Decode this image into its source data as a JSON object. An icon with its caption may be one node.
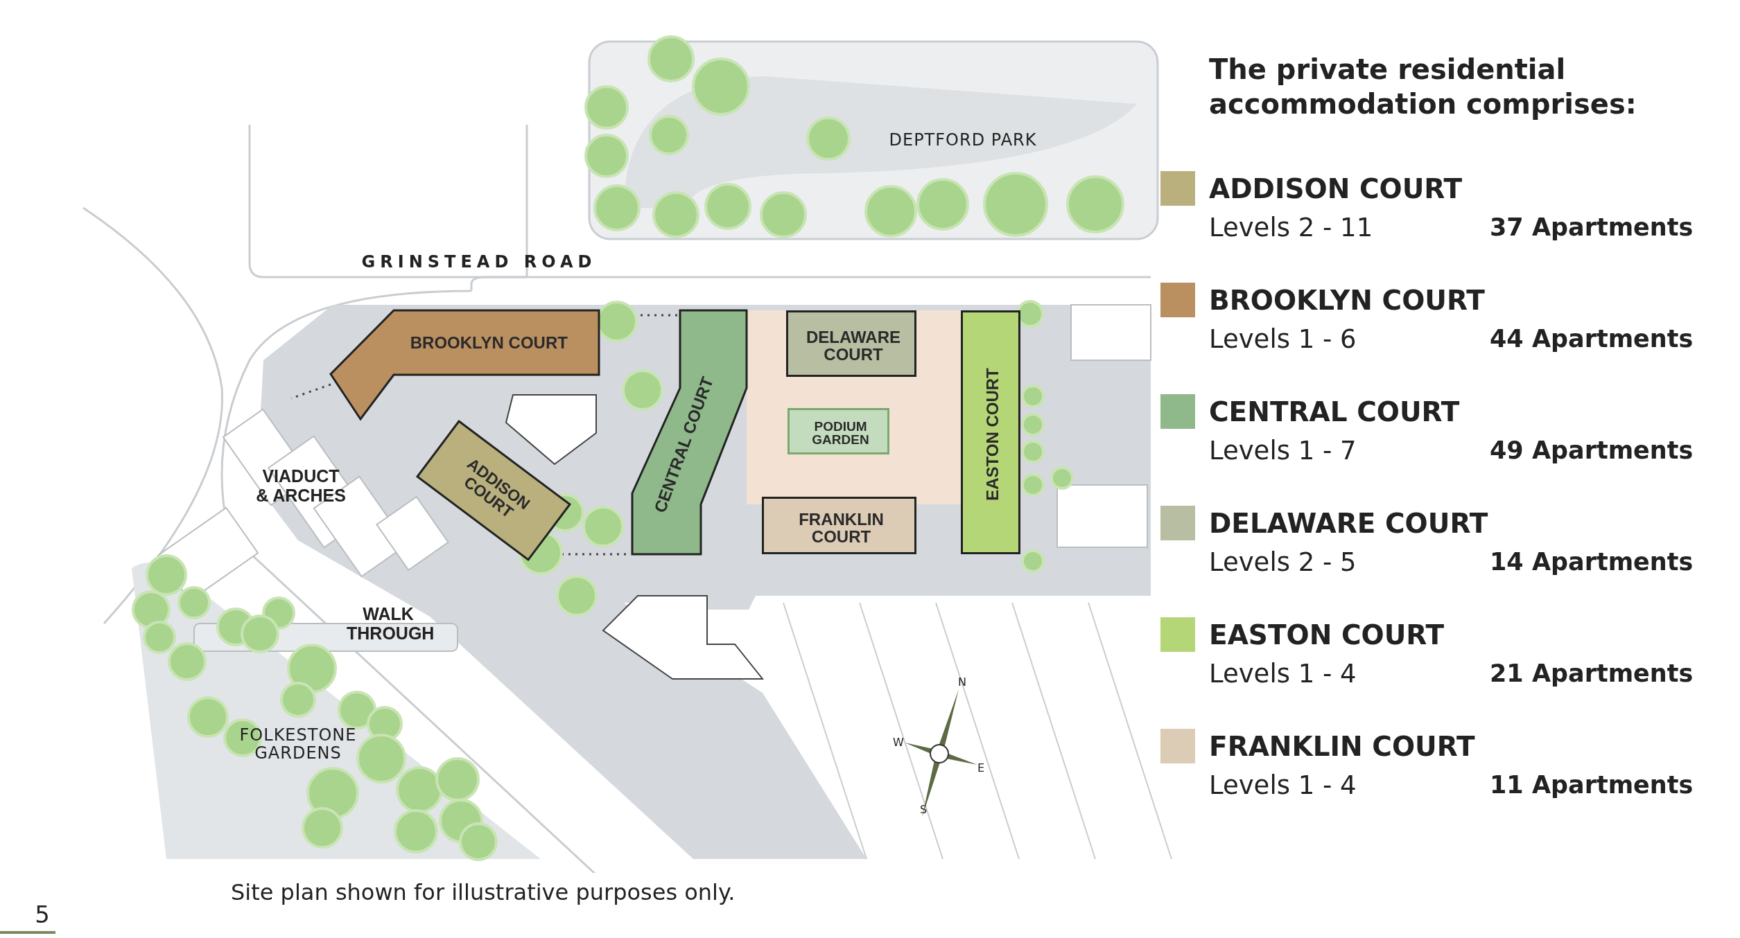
{
  "diagram": {
    "title": "The private residential accommodation comprises:",
    "caption": "Site plan shown for illustrative purposes only.",
    "nodes": [
      {
        "text": [
          "BROOKLYN COURT"
        ]
      },
      {
        "text": [
          "ADDISON COURT"
        ]
      },
      {
        "text": [
          "CENTRAL COURT"
        ]
      },
      {
        "text": [
          "DELAWARE COURT"
        ]
      },
      {
        "text": [
          "PODIUM GARDEN"
        ]
      },
      {
        "text": [
          "FRANKLIN COURT"
        ]
      },
      {
        "text": [
          "EASTON COURT"
        ]
      }
    ],
    "labels": [
      "DEPTFORD PARK",
      "GRINSTEAD ROAD",
      "Levels 2 - 11",
      "37 Apartments",
      "Levels 1 - 6",
      "44 Apartments",
      "Levels 1 - 7",
      "49 Apartments",
      "Levels 2 - 5",
      "14 Apartments",
      "Levels 1 - 4",
      "21 Apartments",
      "Levels 1 - 4",
      "11 Apartments",
      "VIADUCT & ARCHES",
      "WALK THROUGH",
      "N",
      "W",
      "E",
      "S",
      "FOLKESTONE GARDENS",
      "5"
    ],
    "legend": [
      {
        "text": "ADDISON COURT",
        "color": "#b9b07e"
      },
      {
        "text": "BROOKLYN COURT",
        "color": "#bb9061"
      },
      {
        "text": "CENTRAL COURT",
        "color": "#8fb98a"
      },
      {
        "text": "DELAWARE COURT",
        "color": "#b8bea1"
      },
      {
        "text": "EASTON COURT",
        "color": "#b5d676"
      },
      {
        "text": "FRANKLIN COURT",
        "color": "#dccbb5"
      }
    ]
  }
}
